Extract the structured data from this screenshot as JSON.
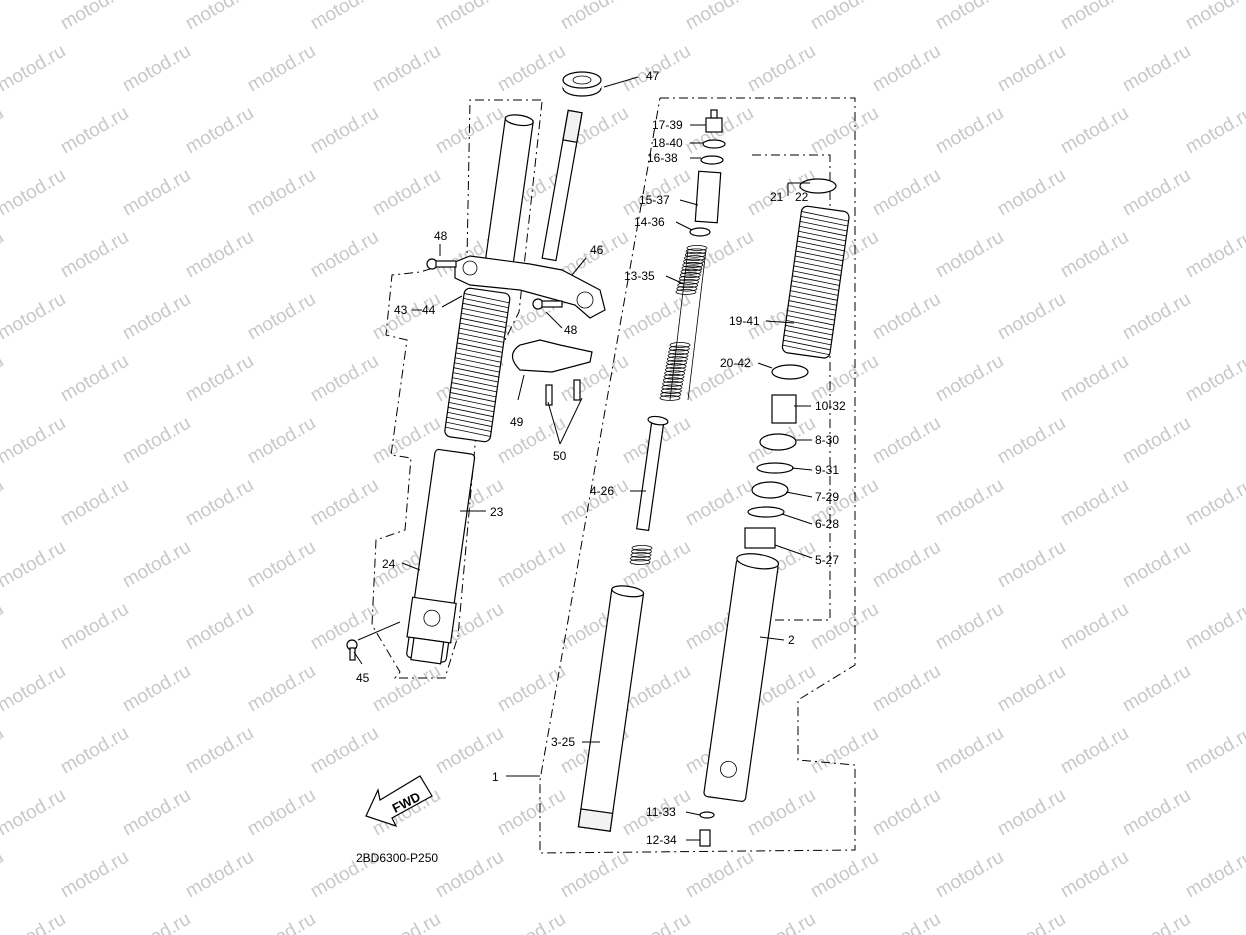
{
  "watermark": {
    "text": "motod.ru"
  },
  "diagram": {
    "code": "2BD6300-P250",
    "fwd_label": "FWD"
  },
  "callouts": {
    "c47": "47",
    "c17_39": "17-39",
    "c18_40": "18-40",
    "c16_38": "16-38",
    "c15_37": "15-37",
    "c14_36": "14-36",
    "c13_35": "13-35",
    "c21": "21",
    "c22": "22",
    "c19_41": "19-41",
    "c20_42": "20-42",
    "c10_32": "10-32",
    "c8_30": "8-30",
    "c9_31": "9-31",
    "c7_29": "7-29",
    "c6_28": "6-28",
    "c5_27": "5-27",
    "c4_26": "4-26",
    "c2": "2",
    "c3_25": "3-25",
    "c1": "1",
    "c11_33": "11-33",
    "c12_34": "12-34",
    "c48a": "48",
    "c48b": "48",
    "c46": "46",
    "c43": "43",
    "c44": "44",
    "c49": "49",
    "c50": "50",
    "c23": "23",
    "c24": "24",
    "c45": "45"
  }
}
